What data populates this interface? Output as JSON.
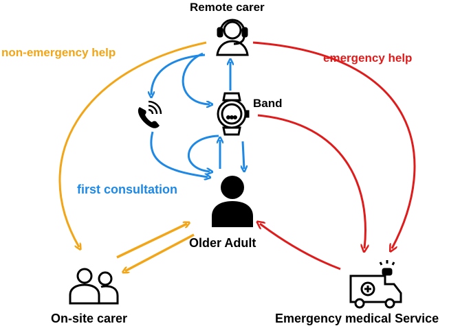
{
  "nodes": {
    "remote_carer": "Remote carer",
    "band": "Band",
    "older_adult": "Older Adult",
    "onsite_carer": "On-site carer",
    "ems": "Emergency medical Service"
  },
  "edges": {
    "non_emergency": "non-emergency help",
    "emergency": "emergency help",
    "first_consultation": "first consultation"
  },
  "colors": {
    "orange": "#f2a516",
    "red": "#e01b1b",
    "blue": "#1e88e5",
    "icon": "#000000"
  },
  "icons": [
    "headset-person-icon",
    "smartwatch-icon",
    "phone-call-icon",
    "person-icon",
    "two-people-icon",
    "ambulance-icon"
  ]
}
